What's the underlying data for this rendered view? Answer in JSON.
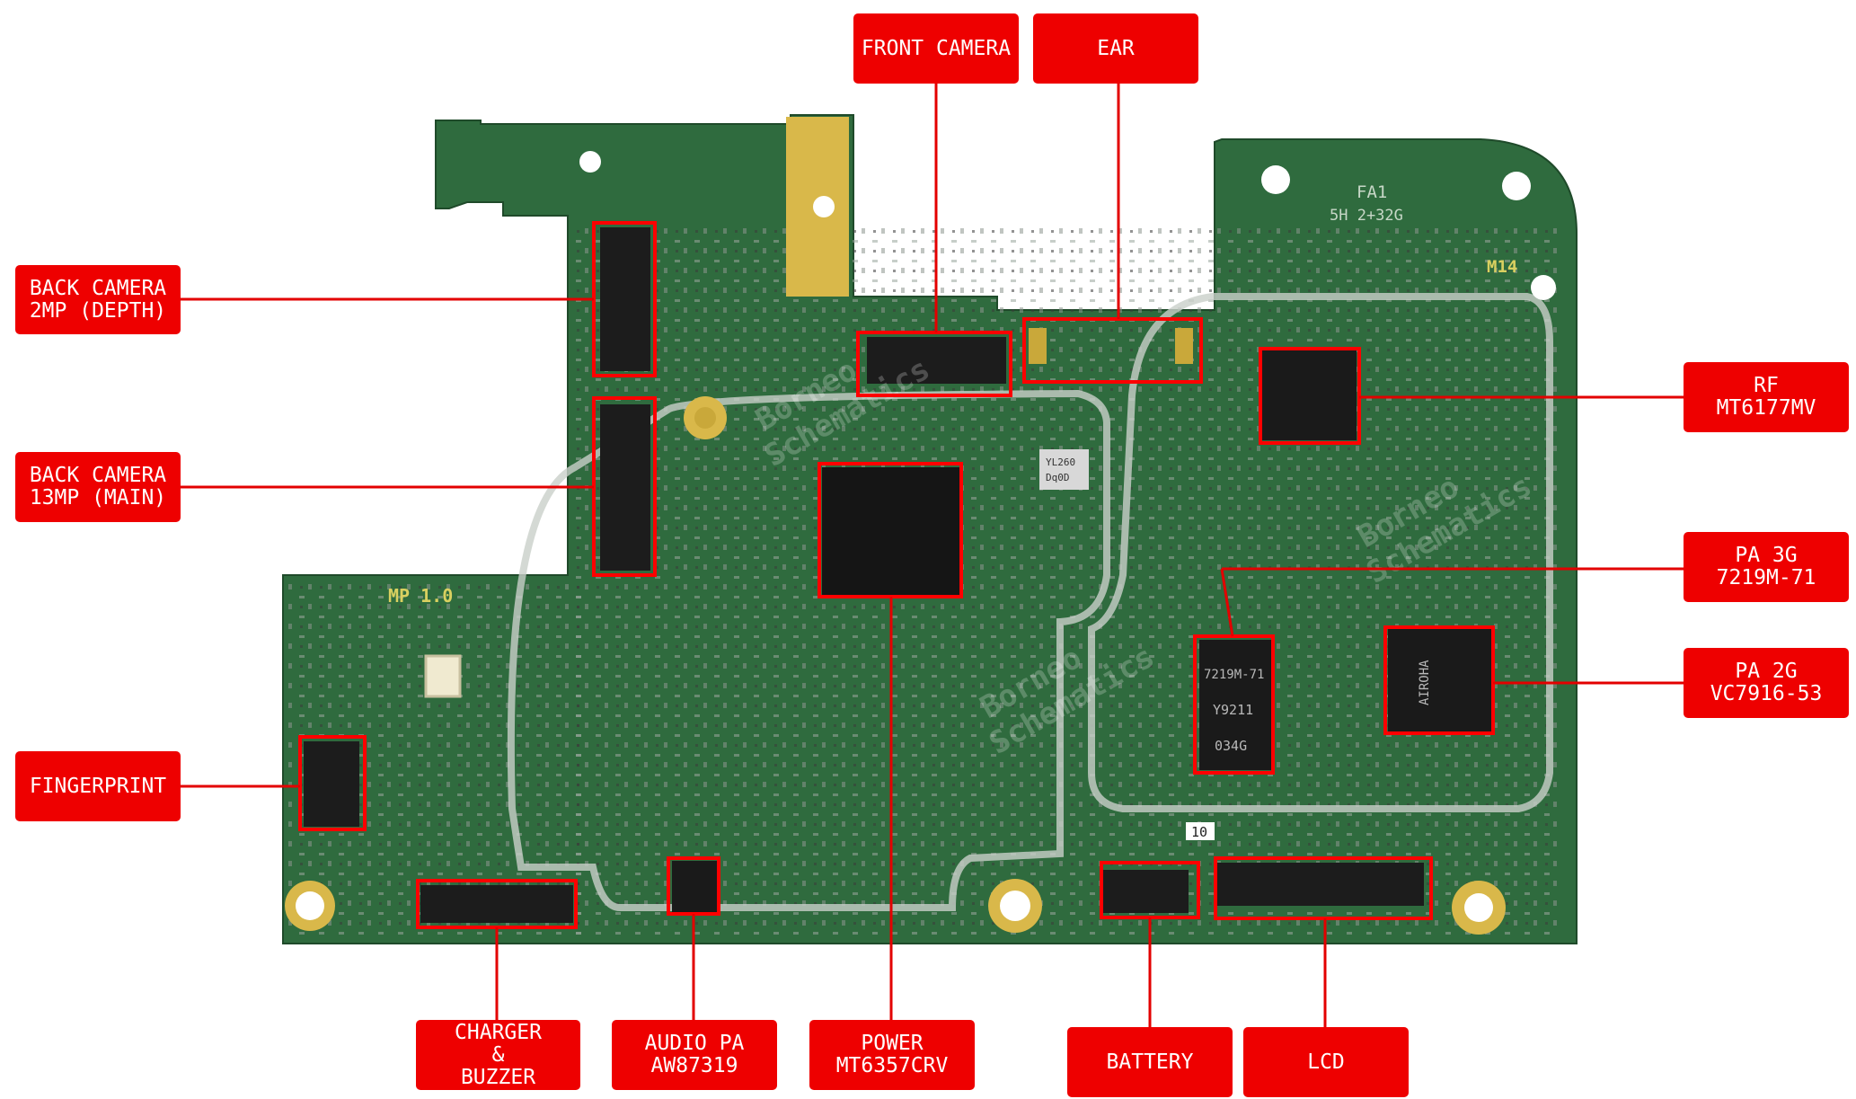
{
  "labels": {
    "front_camera": "FRONT CAMERA",
    "ear": "EAR",
    "back_camera_depth": "BACK CAMERA\n2MP (DEPTH)",
    "back_camera_main": "BACK CAMERA\n13MP (MAIN)",
    "fingerprint": "FINGERPRINT",
    "rf": "RF\nMT6177MV",
    "pa_3g": "PA 3G\n7219M-71",
    "pa_2g": "PA 2G\nVC7916-53",
    "charger_buzzer": "CHARGER\n&\nBUZZER",
    "audio_pa": "AUDIO PA\nAW87319",
    "power": "POWER\nMT6357CRV",
    "battery": "BATTERY",
    "lcd": "LCD"
  },
  "board_markings": {
    "revision": "MP 1.0",
    "model_top": "FA1",
    "memory": "5H 2+32G",
    "board_code": "M14",
    "pa3g_chip_text": "7219M-71",
    "pa3g_chip_line2": "Y9211",
    "pa3g_chip_line3": "034G",
    "pa2g_chip_text": "AIROHA",
    "crystal_text": "YL260",
    "crystal_text2": "Dq0D",
    "test_point": "10"
  },
  "watermark": {
    "brand_line1": "Borneo",
    "brand_line2": "Schematics"
  },
  "colors": {
    "label_bg": "#ee0000",
    "label_text": "#ffffff",
    "leader_line": "#e30000",
    "highlight_box": "#ff0000",
    "pcb": "#2f6b3e",
    "pcb_dark": "#255a33",
    "gold": "#d9b84a",
    "shield": "#c9cfc9"
  }
}
